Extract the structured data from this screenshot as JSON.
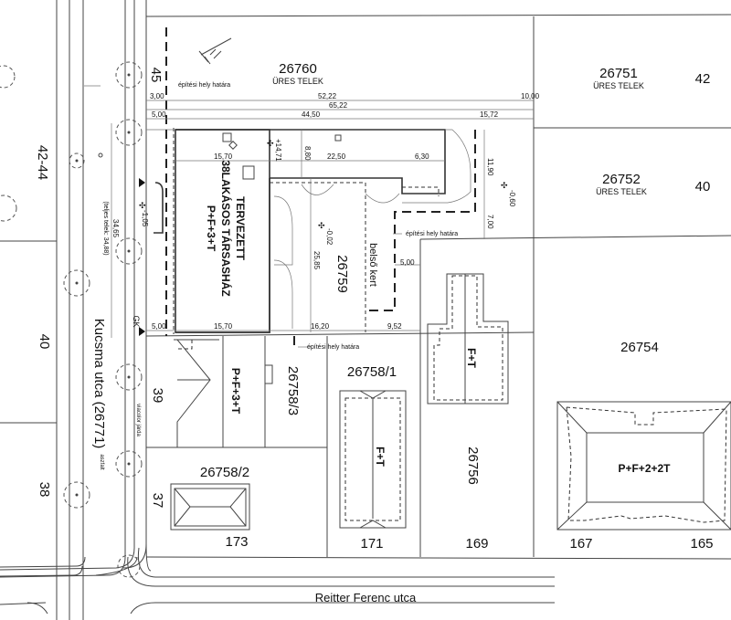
{
  "plot_title": "Site plan (helyszínrajz)",
  "streets": {
    "kucsma": "Kucsma utca   (26771)",
    "reitter": "Reitter Ferenc utca",
    "sidewalk": "viacolor járda",
    "asphalt": "aszfalt"
  },
  "lots": {
    "l26760": {
      "number": "26760",
      "note": "ÜRES TELEK"
    },
    "l26751": {
      "number": "26751",
      "note": "ÜRES TELEK"
    },
    "l26752": {
      "number": "26752",
      "note": "ÜRES TELEK"
    },
    "l26759": {
      "number": "26759"
    },
    "l26754": {
      "number": "26754"
    },
    "l26756": {
      "number": "26756"
    },
    "l26758_1": {
      "number": "26758/1"
    },
    "l26758_2": {
      "number": "26758/2"
    },
    "l26758_3": {
      "number": "26758/3"
    }
  },
  "house_numbers": {
    "h45": "45",
    "h42": "42",
    "h40r": "40",
    "h42_44": "42-44",
    "h40l": "40",
    "h38": "38",
    "h39": "39",
    "h37": "37",
    "h173": "173",
    "h171": "171",
    "h169": "169",
    "h167": "167",
    "h165": "165"
  },
  "buildings": {
    "planned": [
      "TERVEZETT",
      "38LAKÁSOS TÁRSASHÁZ",
      "P+F+3+T"
    ],
    "b_pf3t": "P+F+3+T",
    "b_ft_1": "F+T",
    "b_ft_2": "F+T",
    "b_pf22t": "P+F+2+2T",
    "inner_garden": "belső kert",
    "gk": "GK"
  },
  "labels": {
    "building_line": "építési hely határa",
    "full_lot": "(teljes telek: 34,88)"
  },
  "dimensions": {
    "d3_00": "3,00",
    "d52_22": "52,22",
    "d10_00": "10,00",
    "d65_22": "65,22",
    "d5_00_top": "5,00",
    "d44_50": "44,50",
    "d15_72": "15,72",
    "d15_70_top": "15,70",
    "d22_50": "22,50",
    "d6_30": "6,30",
    "d8_80": "8,80",
    "d11_90": "11,90",
    "d7_00": "7,00",
    "d5_00_mid": "5,00",
    "d25_85": "25,85",
    "d34_65": "34,65",
    "d5_00_bot": "5,00",
    "d15_70_bot": "15,70",
    "d16_20": "16,20",
    "d9_52": "9,52"
  },
  "elevations": {
    "e14_71": "+14,71",
    "e0_02": "-0,02",
    "e0_60": "-0,60",
    "e1_05": "-1,05"
  }
}
